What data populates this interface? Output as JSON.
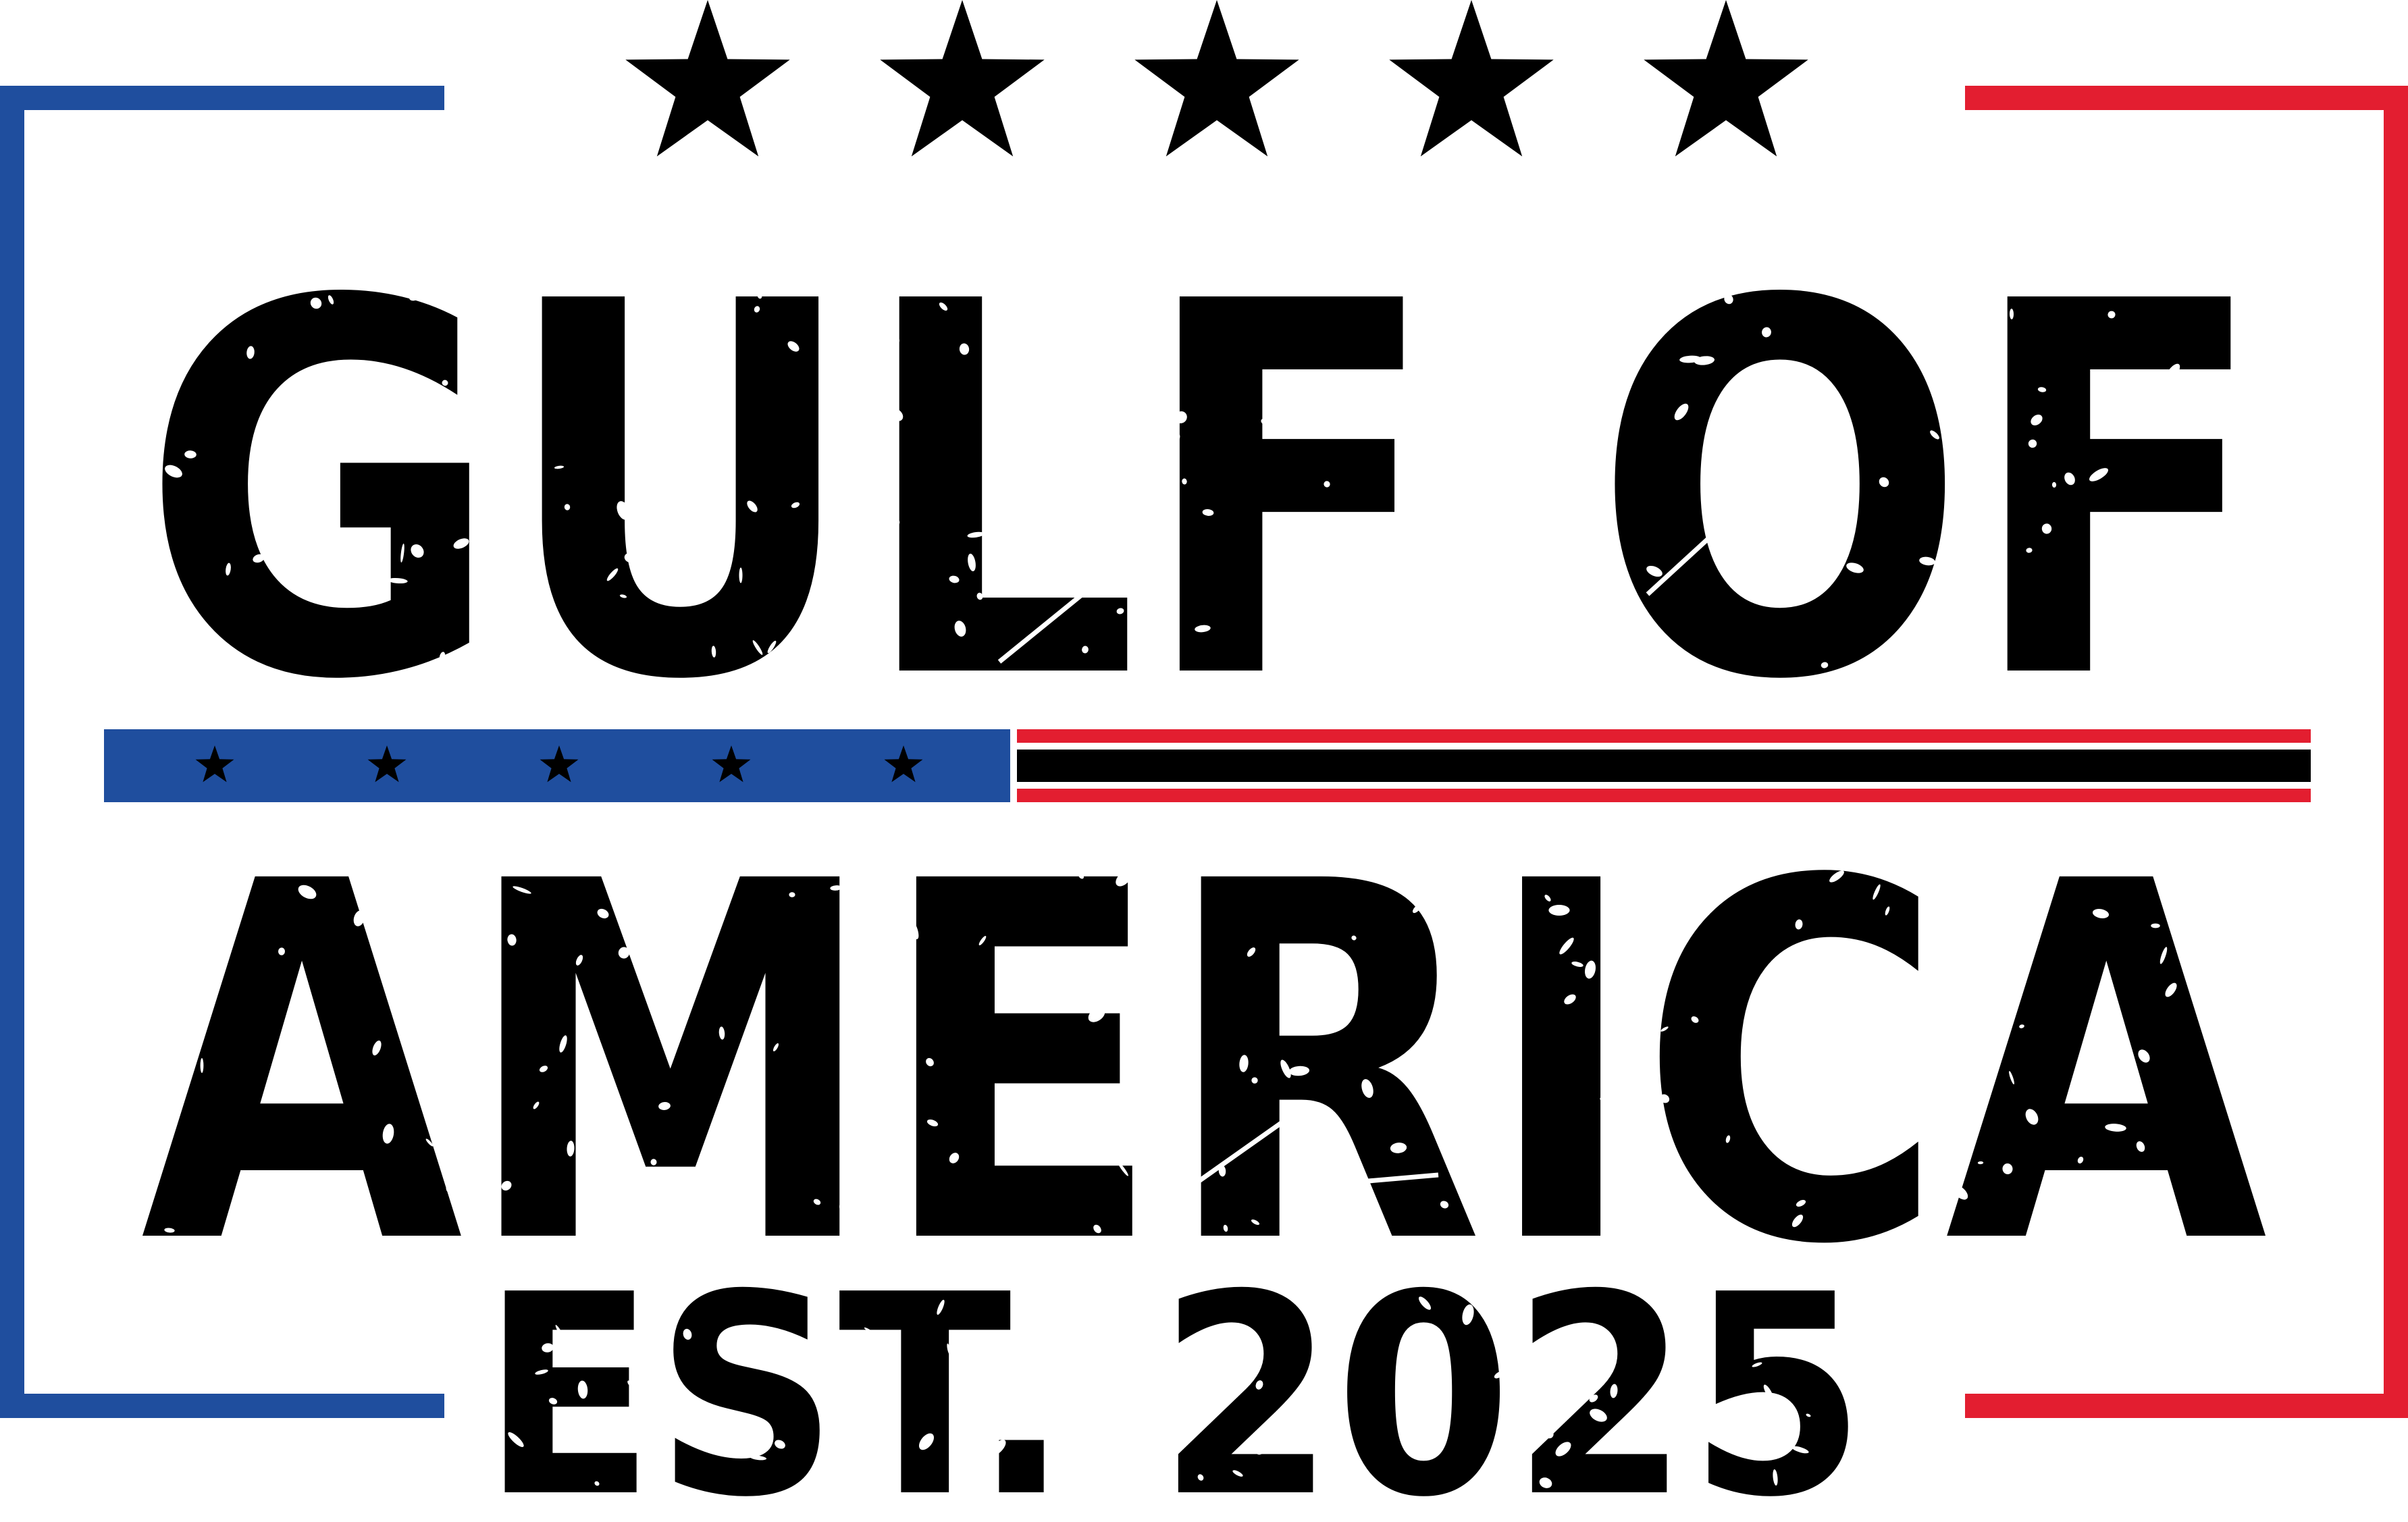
{
  "design": {
    "line1": "GULF OF",
    "line2": "AMERICA",
    "line3": "EST. 2025",
    "colors": {
      "blue": "#1F4E9E",
      "red": "#E31E30",
      "black": "#000000",
      "background": "#FFFFFF"
    },
    "top_star_count": 5,
    "band_star_count": 5,
    "icons": {
      "top_star": "star-icon",
      "band_star": "star-icon"
    }
  }
}
